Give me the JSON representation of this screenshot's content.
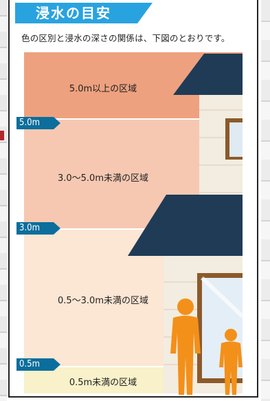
{
  "title": "浸水の目安",
  "caption": "色の区別と浸水の深さの関係は、下図のとおりです。",
  "zones": [
    {
      "label": "5.0m以上の区域",
      "color": "#eea17f"
    },
    {
      "label": "3.0～5.0m未満の区域",
      "color": "#f6c8b2"
    },
    {
      "label": "0.5～3.0m未満の区域",
      "color": "#fce6d4"
    },
    {
      "label": "0.5m未満の区域",
      "color": "#f8f1c9"
    }
  ],
  "levels": [
    {
      "label": "5.0m"
    },
    {
      "label": "3.0m"
    },
    {
      "label": "0.5m"
    }
  ],
  "colors": {
    "title_bar": "#29a3df",
    "level_tag": "#0b6e9c",
    "roof": "#1f3b56",
    "house_wall": "#f3ece0",
    "person": "#f39019"
  }
}
